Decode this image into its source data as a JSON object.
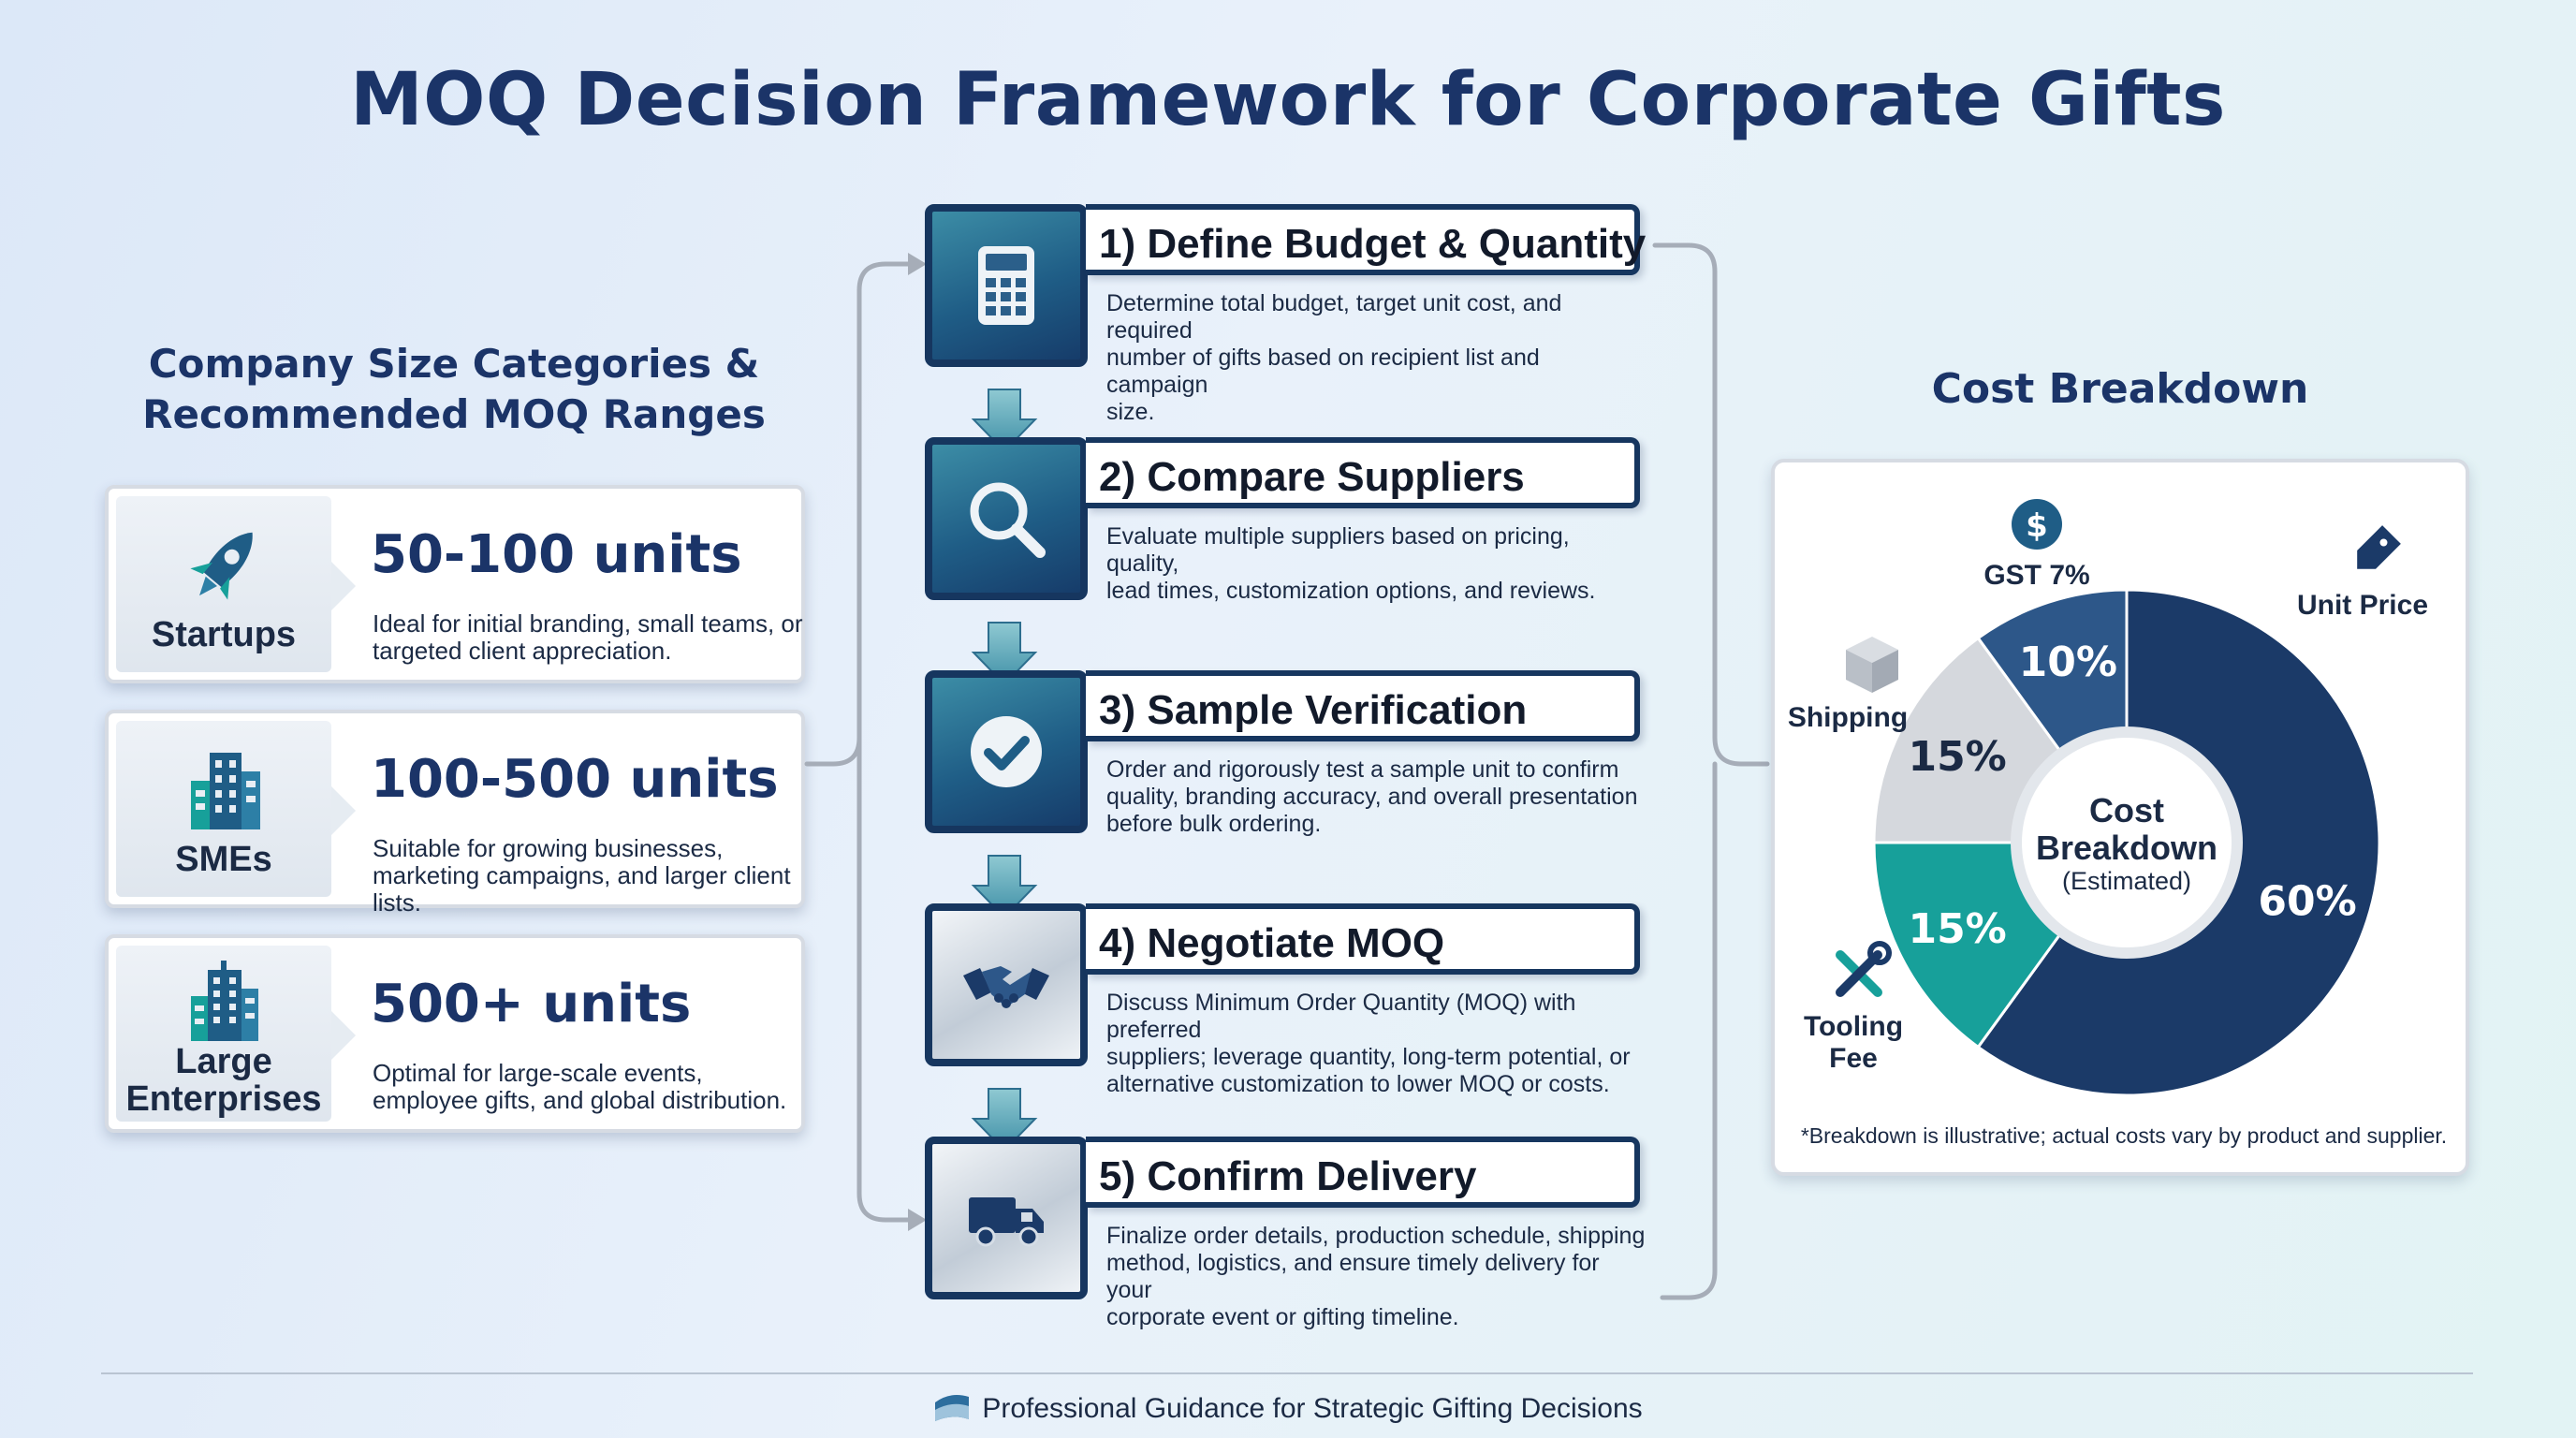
{
  "title": "MOQ Decision Framework for Corporate Gifts",
  "left": {
    "heading_line1": "Company Size Categories &",
    "heading_line2": "Recommended MOQ Ranges",
    "categories": [
      {
        "name": "Startups",
        "units": "50-100 units",
        "desc_line1": "Ideal for initial branding, small teams, or",
        "desc_line2": "targeted client appreciation.",
        "icon": "rocket-icon"
      },
      {
        "name": "SMEs",
        "units": "100-500 units",
        "desc_line1": "Suitable for growing businesses,",
        "desc_line2": "marketing campaigns, and larger client lists.",
        "icon": "building-icon"
      },
      {
        "name_line1": "Large",
        "name_line2": "Enterprises",
        "units": "500+ units",
        "desc_line1": "Optimal for large-scale events,",
        "desc_line2": "employee gifts, and global distribution.",
        "icon": "skyscraper-icon"
      }
    ]
  },
  "steps": [
    {
      "label": "1) Define Budget & Quantity",
      "icon": "calculator-icon",
      "lines": [
        "Determine total budget, target unit cost, and required",
        "number of gifts based on recipient list and campaign",
        "size."
      ]
    },
    {
      "label": "2) Compare Suppliers",
      "icon": "magnifier-icon",
      "lines": [
        "Evaluate multiple suppliers based on pricing, quality,",
        "lead times, customization options, and reviews."
      ]
    },
    {
      "label": "3) Sample Verification",
      "icon": "checkmark-icon",
      "lines": [
        "Order and rigorously test a sample unit to confirm",
        "quality, branding accuracy, and overall presentation",
        "before bulk ordering."
      ]
    },
    {
      "label": "4) Negotiate MOQ",
      "icon": "handshake-icon",
      "lines": [
        "Discuss Minimum Order Quantity (MOQ) with preferred",
        "suppliers; leverage quantity, long-term potential, or",
        "alternative customization to lower MOQ or costs."
      ]
    },
    {
      "label": "5) Confirm Delivery",
      "icon": "truck-icon",
      "lines": [
        "Finalize order details, production schedule, shipping",
        "method, logistics, and ensure timely delivery for your",
        "corporate event or gifting timeline."
      ]
    }
  ],
  "right": {
    "heading": "Cost Breakdown",
    "center_line1": "Cost",
    "center_line2": "Breakdown",
    "center_line3": "(Estimated)",
    "note": "*Breakdown is illustrative; actual costs vary by product and supplier.",
    "labels": {
      "unit_price": "Unit Price",
      "gst": "GST 7%",
      "shipping": "Shipping",
      "tooling_line1": "Tooling",
      "tooling_line2": "Fee"
    }
  },
  "chart_data": {
    "type": "pie",
    "center_label": "Cost Breakdown (Estimated)",
    "slices": [
      {
        "name": "Unit Price",
        "value": 60,
        "label": "60%",
        "color": "#1b3a68"
      },
      {
        "name": "Tooling Fee",
        "value": 15,
        "label": "15%",
        "color": "#17a09a"
      },
      {
        "name": "Shipping",
        "value": 15,
        "label": "15%",
        "color": "#d5d8dd"
      },
      {
        "name": "GST 7%",
        "value": 10,
        "label": "10%",
        "color": "#2d5789"
      }
    ]
  },
  "colors": {
    "navy": "#1b3468",
    "teal": "#17a09a",
    "border": "#16365f"
  },
  "footer": "Professional Guidance for Strategic Gifting Decisions"
}
